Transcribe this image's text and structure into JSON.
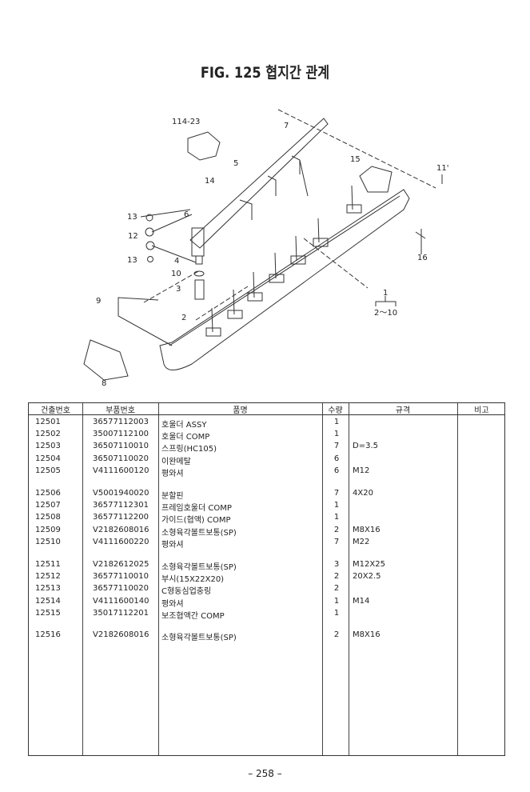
{
  "title": "FIG. 125 협지간 관계",
  "diagram": {
    "labels": [
      "114-23",
      "7",
      "5",
      "14",
      "13",
      "6",
      "12",
      "13",
      "4",
      "10",
      "3",
      "9",
      "2",
      "8",
      "15",
      "11'",
      "16",
      "1",
      "2～10"
    ]
  },
  "table": {
    "headers": [
      "건출번호",
      "부품번호",
      "품명",
      "수량",
      "규격",
      "비고"
    ],
    "groups": [
      [
        [
          "12501",
          "36577112003",
          "호울더  ASSY",
          "1",
          ""
        ],
        [
          "12502",
          "35007112100",
          "호울더 COMP",
          "1",
          ""
        ],
        [
          "12503",
          "36507110010",
          "스프링(HC105)",
          "7",
          "D=3.5"
        ],
        [
          "12504",
          "36507110020",
          "이완메탈",
          "6",
          ""
        ],
        [
          "12505",
          "V4111600120",
          "평와셔",
          "6",
          "M12"
        ]
      ],
      [
        [
          "12506",
          "V5001940020",
          "분할핀",
          "7",
          "4X20"
        ],
        [
          "12507",
          "36577112301",
          "프레임호울더 COMP",
          "1",
          ""
        ],
        [
          "12508",
          "36577112200",
          "가이드(협액)  COMP",
          "1",
          ""
        ],
        [
          "12509",
          "V2182608016",
          "소형육각볼트보통(SP)",
          "2",
          "M8X16"
        ],
        [
          "12510",
          "V4111600220",
          "평와셔",
          "7",
          "M22"
        ]
      ],
      [
        [
          "12511",
          "V2182612025",
          "소형육각볼트보통(SP)",
          "3",
          "M12X25"
        ],
        [
          "12512",
          "36577110010",
          "부시(15X22X20)",
          "2",
          "20X2.5"
        ],
        [
          "12513",
          "36577110020",
          "C형동심업충링",
          "2",
          ""
        ],
        [
          "12514",
          "V4111600140",
          "평와셔",
          "1",
          "M14"
        ],
        [
          "12515",
          "35017112201",
          "보조협액간 COMP",
          "1",
          ""
        ]
      ],
      [
        [
          "12516",
          "V2182608016",
          "소형육각볼트보통(SP)",
          "2",
          "M8X16"
        ]
      ]
    ]
  },
  "footer": "– 258 –"
}
